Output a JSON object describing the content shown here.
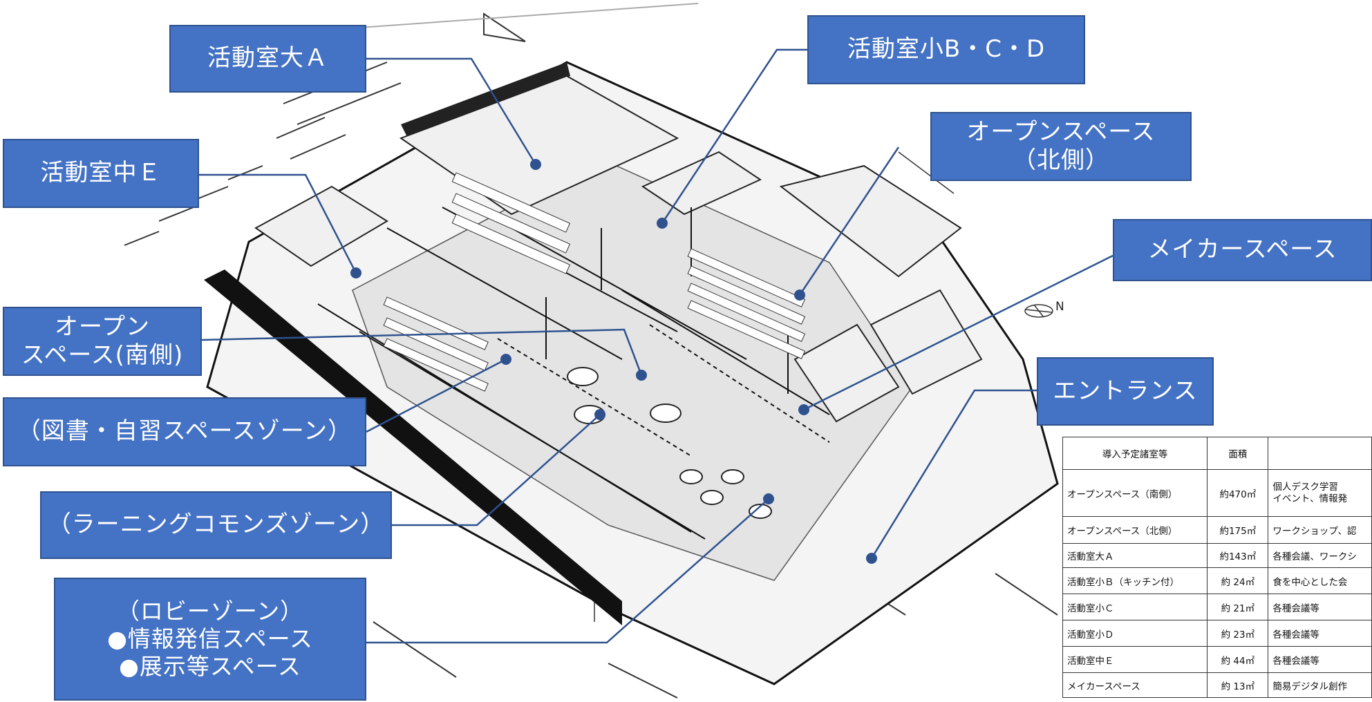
{
  "callouts": {
    "activity_large_a": "活動室大Ａ",
    "activity_small_bcd": "活動室小B・C・D",
    "open_space_north": [
      "オープンスペース",
      "（北側）"
    ],
    "maker_space": "メイカースペース",
    "activity_mid_e": "活動室中Ｅ",
    "open_space_south": [
      "オープン",
      "スペース(南側)"
    ],
    "entrance": "エントランス",
    "library_zone": "（図書・自習スペースゾーン）",
    "learning_commons_zone": "（ラーニングコモンズゾーン）",
    "lobby_zone": [
      "（ロビーゾーン）",
      "●情報発信スペース",
      "●展示等スペース"
    ]
  },
  "compass": {
    "label": "N"
  },
  "room_table": {
    "headers": [
      "導入予定諸室等",
      "面積",
      ""
    ],
    "rows": [
      {
        "name": "オープンスペース（南側）",
        "area": "約470㎡",
        "use": [
          "個人デスク学習",
          "イベント、情報発"
        ]
      },
      {
        "name": "オープンスペース（北側）",
        "area": "約175㎡",
        "use": [
          "ワークショップ、認"
        ]
      },
      {
        "name": "活動室大Ａ",
        "area": "約143㎡",
        "use": [
          "各種会議、ワークシ"
        ]
      },
      {
        "name": "活動室小Ｂ（キッチン付）",
        "area": "約 24㎡",
        "use": [
          "食を中心とした会"
        ]
      },
      {
        "name": "活動室小Ｃ",
        "area": "約 21㎡",
        "use": [
          "各種会議等"
        ]
      },
      {
        "name": "活動室小Ｄ",
        "area": "約 23㎡",
        "use": [
          "各種会議等"
        ]
      },
      {
        "name": "活動室中Ｅ",
        "area": "約 44㎡",
        "use": [
          "各種会議等"
        ]
      },
      {
        "name": "メイカースペース",
        "area": "約 13㎡",
        "use": [
          "簡易デジタル創作"
        ]
      }
    ]
  },
  "colors": {
    "callout_fill": "#4472c4",
    "callout_border": "#2f528f",
    "leader_line": "#2f528f",
    "floor": "#e6e6e6"
  }
}
